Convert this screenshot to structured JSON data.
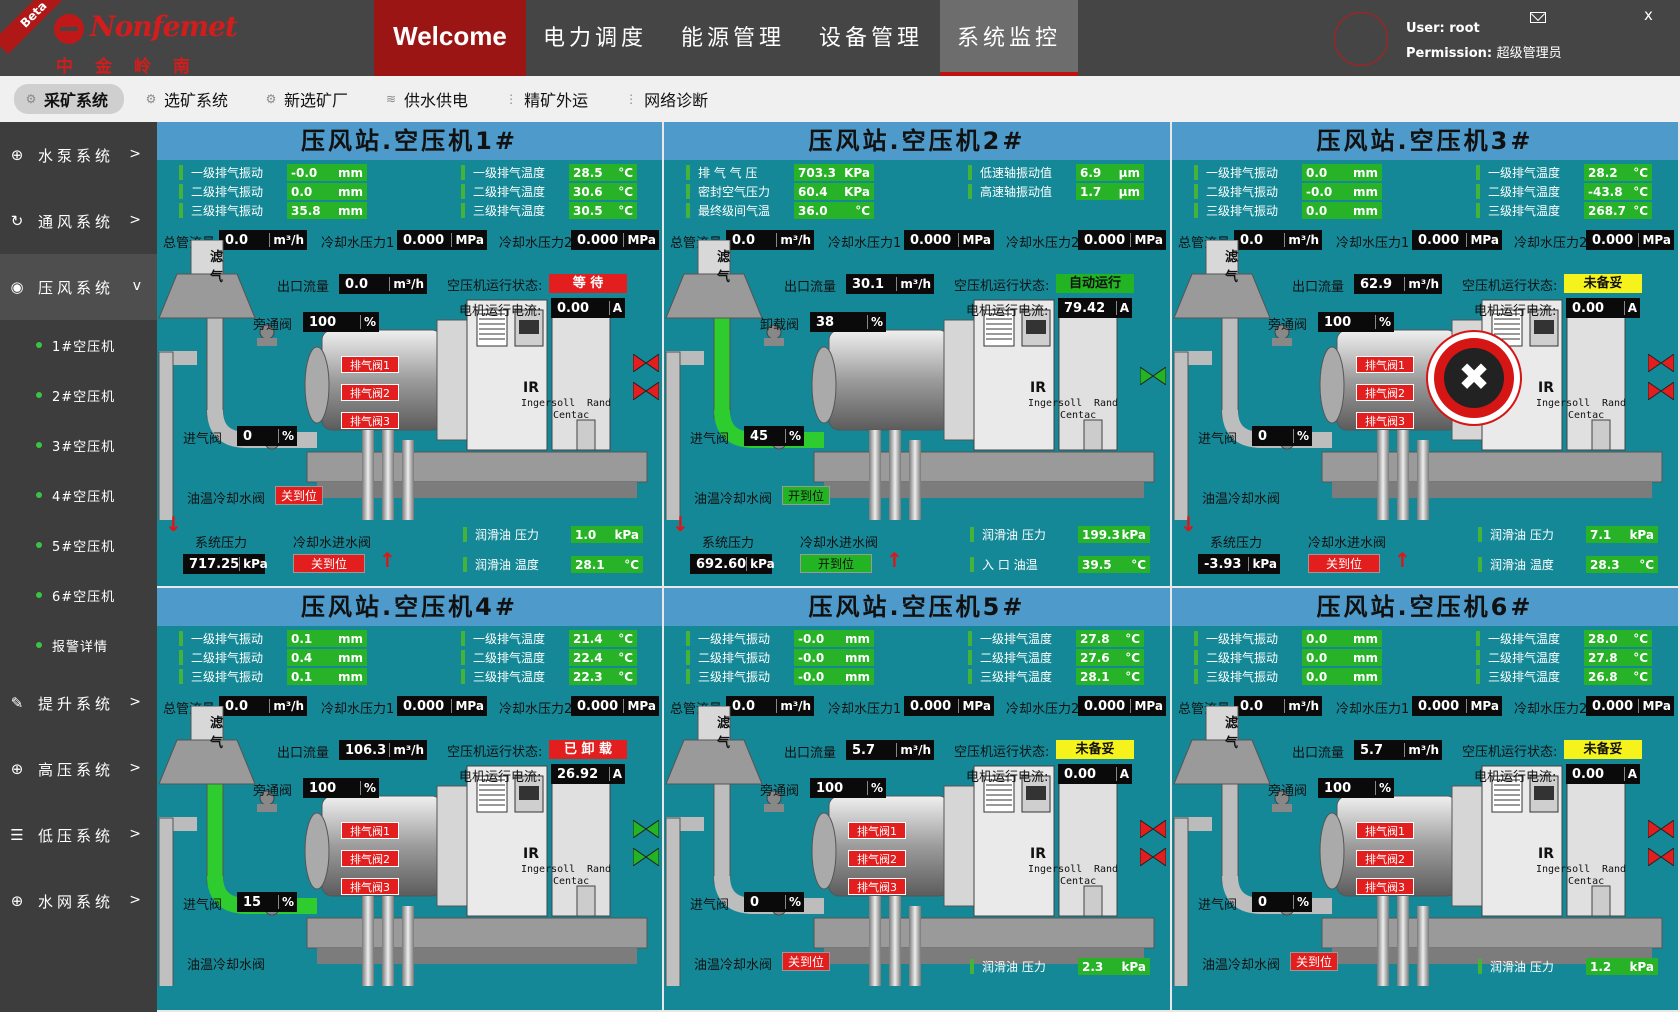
{
  "header": {
    "beta": "Beta",
    "logo_name": "Nonfemet",
    "logo_cn": "中金岭南",
    "tabs": [
      {
        "label": "Welcome",
        "active": false,
        "welcome": true
      },
      {
        "label": "电力调度",
        "active": false
      },
      {
        "label": "能源管理",
        "active": false
      },
      {
        "label": "设备管理",
        "active": false
      },
      {
        "label": "系统监控",
        "active": true
      }
    ],
    "user_label": "User:",
    "user_value": "root",
    "permission_label": "Permission:",
    "permission_value": "超级管理员",
    "close": "x"
  },
  "subnav": [
    {
      "label": "采矿系统",
      "active": true,
      "icon": "⚙"
    },
    {
      "label": "选矿系统",
      "active": false,
      "icon": "⚙"
    },
    {
      "label": "新选矿厂",
      "active": false,
      "icon": "⚙"
    },
    {
      "label": "供水供电",
      "active": false,
      "icon": "≋"
    },
    {
      "label": "精矿外运",
      "active": false,
      "icon": "⋮"
    },
    {
      "label": "网络诊断",
      "active": false,
      "icon": "⋮"
    }
  ],
  "sidebar": [
    {
      "type": "item",
      "label": "水泵系统",
      "icon": "⊕",
      "arrow": ">",
      "active": false,
      "name": "water-pump"
    },
    {
      "type": "item",
      "label": "通风系统",
      "icon": "↻",
      "arrow": ">",
      "active": false,
      "name": "ventilation"
    },
    {
      "type": "item",
      "label": "压风系统",
      "icon": "◉",
      "arrow": "v",
      "active": true,
      "name": "air-compression"
    },
    {
      "type": "sub",
      "label": "1#空压机"
    },
    {
      "type": "sub",
      "label": "2#空压机"
    },
    {
      "type": "sub",
      "label": "3#空压机"
    },
    {
      "type": "sub",
      "label": "4#空压机"
    },
    {
      "type": "sub",
      "label": "5#空压机"
    },
    {
      "type": "sub",
      "label": "6#空压机"
    },
    {
      "type": "sub",
      "label": "报警详情"
    },
    {
      "type": "item",
      "label": "提升系统",
      "icon": "✎",
      "arrow": ">",
      "active": false,
      "name": "hoist"
    },
    {
      "type": "item",
      "label": "高压系统",
      "icon": "⊕",
      "arrow": ">",
      "active": false,
      "name": "high-voltage"
    },
    {
      "type": "item",
      "label": "低压系统",
      "icon": "☰",
      "arrow": ">",
      "active": false,
      "name": "low-voltage"
    },
    {
      "type": "item",
      "label": "水网系统",
      "icon": "⊕",
      "arrow": ">",
      "active": false,
      "name": "water-network"
    }
  ],
  "labels": {
    "total_flow": "总管流量",
    "cool_p1": "冷却水压力1",
    "cool_p2": "冷却水压力2",
    "filter": "滤",
    "filter2": "气",
    "outlet_flow": "出口流量",
    "run_state": "空压机运行状态:",
    "motor_current": "电机运行电流:",
    "inlet_valve": "进气阀",
    "oil_cool_valve": "油温冷却水阀",
    "sys_pressure": "系统压力",
    "cool_in_valve": "冷却水进水阀",
    "lube_pressure": "润滑油  压力",
    "lube_temp": "润滑油  温度",
    "inlet_oil_temp": "入 口 油温",
    "exhaust_valve": "排气阀",
    "brand1": "Ingersoll",
    "brand2": "Rand",
    "brand3": "Centac",
    "ir": "IR",
    "unit_flow": "m³/h",
    "unit_mpa": "MPa",
    "unit_kpa": "KPa",
    "unit_pct": "%",
    "unit_a": "A",
    "unit_c": "°C",
    "unit_mm": "mm",
    "unit_um": "μm"
  },
  "panels": [
    {
      "title": "压风站.空压机1#",
      "left": [
        {
          "label": "一级排气振动",
          "value": "-0.0",
          "unit": "mm"
        },
        {
          "label": "二级排气振动",
          "value": "0.0",
          "unit": "mm"
        },
        {
          "label": "三级排气振动",
          "value": "35.8",
          "unit": "mm"
        }
      ],
      "right": [
        {
          "label": "一级排气温度",
          "value": "28.5",
          "unit": "°C"
        },
        {
          "label": "二级排气温度",
          "value": "30.6",
          "unit": "°C"
        },
        {
          "label": "三级排气温度",
          "value": "30.5",
          "unit": "°C"
        }
      ],
      "total_flow": "0.0",
      "cool_p1": "0.000",
      "cool_p2": "0.000",
      "outlet_flow": "0.0",
      "bypass_label": "旁通阀",
      "bypass": "100",
      "state": "等 待",
      "state_color": "red",
      "current": "0.00",
      "inlet": "0",
      "oil_valve": "关到位",
      "oil_valve_color": "red",
      "sys_pressure": "717.25",
      "sys_unit": "kPa",
      "cool_in": "关到位",
      "cool_in_color": "red",
      "br1_label": "润滑油  压力",
      "br1_value": "1.0",
      "br1_unit": "kPa",
      "br2_label": "润滑油  温度",
      "br2_value": "28.1",
      "br2_unit": "°C",
      "valves": [
        "排气阀1",
        "排气阀2",
        "排气阀3"
      ],
      "fault": false,
      "pipe_green": false,
      "side_valves": "red"
    },
    {
      "title": "压风站.空压机2#",
      "left": [
        {
          "label": "排 气 气 压",
          "value": "703.3",
          "unit": "KPa"
        },
        {
          "label": "密封空气压力",
          "value": "60.4",
          "unit": "KPa"
        },
        {
          "label": "最终级间气温",
          "value": "36.0",
          "unit": "°C"
        }
      ],
      "right": [
        {
          "label": "低速轴振动值",
          "value": "6.9",
          "unit": "μm"
        },
        {
          "label": "高速轴振动值",
          "value": "1.7",
          "unit": "μm"
        }
      ],
      "total_flow": "0.0",
      "cool_p1": "0.000",
      "cool_p2": "0.000",
      "outlet_flow": "30.1",
      "bypass_label": "卸载阀",
      "bypass": "38",
      "state": "自动运行",
      "state_color": "green",
      "current": "79.42",
      "inlet": "45",
      "oil_valve": "开到位",
      "oil_valve_color": "green",
      "sys_pressure": "692.60",
      "sys_unit": "kPa",
      "cool_in": "开到位",
      "cool_in_color": "green",
      "br1_label": "润滑油  压力",
      "br1_value": "199.3",
      "br1_unit": "kPa",
      "br2_label": "入 口 油温",
      "br2_value": "39.5",
      "br2_unit": "°C",
      "valves": [],
      "fault": false,
      "pipe_green": true,
      "side_valves": "green-single"
    },
    {
      "title": "压风站.空压机3#",
      "left": [
        {
          "label": "一级排气振动",
          "value": "0.0",
          "unit": "mm"
        },
        {
          "label": "二级排气振动",
          "value": "-0.0",
          "unit": "mm"
        },
        {
          "label": "三级排气振动",
          "value": "0.0",
          "unit": "mm"
        }
      ],
      "right": [
        {
          "label": "一级排气温度",
          "value": "28.2",
          "unit": "°C"
        },
        {
          "label": "二级排气温度",
          "value": "-43.8",
          "unit": "°C"
        },
        {
          "label": "三级排气温度",
          "value": "268.7",
          "unit": "°C"
        }
      ],
      "total_flow": "0.0",
      "cool_p1": "0.000",
      "cool_p2": "0.000",
      "outlet_flow": "62.9",
      "bypass_label": "旁通阀",
      "bypass": "100",
      "state": "未备妥",
      "state_color": "yellow",
      "current": "0.00",
      "inlet": "0",
      "oil_valve": "",
      "oil_valve_color": "none",
      "sys_pressure": "-3.93",
      "sys_unit": "kPa",
      "cool_in": "关到位",
      "cool_in_color": "red",
      "br1_label": "润滑油  压力",
      "br1_value": "7.1",
      "br1_unit": "kPa",
      "br2_label": "润滑油  温度",
      "br2_value": "28.3",
      "br2_unit": "°C",
      "valves": [
        "排气阀1",
        "排气阀2",
        "排气阀3"
      ],
      "fault": true,
      "pipe_green": false,
      "side_valves": "red"
    },
    {
      "title": "压风站.空压机4#",
      "left": [
        {
          "label": "一级排气振动",
          "value": "0.1",
          "unit": "mm"
        },
        {
          "label": "二级排气振动",
          "value": "0.4",
          "unit": "mm"
        },
        {
          "label": "三级排气振动",
          "value": "0.1",
          "unit": "mm"
        }
      ],
      "right": [
        {
          "label": "一级排气温度",
          "value": "21.4",
          "unit": "°C"
        },
        {
          "label": "二级排气温度",
          "value": "22.4",
          "unit": "°C"
        },
        {
          "label": "三级排气温度",
          "value": "22.3",
          "unit": "°C"
        }
      ],
      "total_flow": "0.0",
      "cool_p1": "0.000",
      "cool_p2": "0.000",
      "outlet_flow": "106.3",
      "bypass_label": "旁通阀",
      "bypass": "100",
      "state": "已 卸 载",
      "state_color": "red",
      "current": "26.92",
      "inlet": "15",
      "oil_valve": "",
      "oil_valve_color": "none",
      "sys_pressure": "",
      "sys_unit": "",
      "cool_in": "",
      "cool_in_color": "none",
      "br1_label": "",
      "br1_value": "",
      "br1_unit": "",
      "br2_label": "",
      "br2_value": "",
      "br2_unit": "",
      "valves": [
        "排气阀1",
        "排气阀2",
        "排气阀3"
      ],
      "fault": false,
      "pipe_green": true,
      "side_valves": "green"
    },
    {
      "title": "压风站.空压机5#",
      "left": [
        {
          "label": "一级排气振动",
          "value": "-0.0",
          "unit": "mm"
        },
        {
          "label": "二级排气振动",
          "value": "-0.0",
          "unit": "mm"
        },
        {
          "label": "三级排气振动",
          "value": "-0.0",
          "unit": "mm"
        }
      ],
      "right": [
        {
          "label": "一级排气温度",
          "value": "27.8",
          "unit": "°C"
        },
        {
          "label": "二级排气温度",
          "value": "27.6",
          "unit": "°C"
        },
        {
          "label": "三级排气温度",
          "value": "28.1",
          "unit": "°C"
        }
      ],
      "total_flow": "0.0",
      "cool_p1": "0.000",
      "cool_p2": "0.000",
      "outlet_flow": "5.7",
      "bypass_label": "旁通阀",
      "bypass": "100",
      "state": "未备妥",
      "state_color": "yellow",
      "current": "0.00",
      "inlet": "0",
      "oil_valve": "关到位",
      "oil_valve_color": "red",
      "sys_pressure": "",
      "sys_unit": "",
      "cool_in": "",
      "cool_in_color": "none",
      "br1_label": "润滑油  压力",
      "br1_value": "2.3",
      "br1_unit": "kPa",
      "br2_label": "",
      "br2_value": "",
      "br2_unit": "",
      "valves": [
        "排气阀1",
        "排气阀2",
        "排气阀3"
      ],
      "fault": false,
      "pipe_green": false,
      "side_valves": "red"
    },
    {
      "title": "压风站.空压机6#",
      "left": [
        {
          "label": "一级排气振动",
          "value": "0.0",
          "unit": "mm"
        },
        {
          "label": "二级排气振动",
          "value": "0.0",
          "unit": "mm"
        },
        {
          "label": "三级排气振动",
          "value": "0.0",
          "unit": "mm"
        }
      ],
      "right": [
        {
          "label": "一级排气温度",
          "value": "28.0",
          "unit": "°C"
        },
        {
          "label": "二级排气温度",
          "value": "27.8",
          "unit": "°C"
        },
        {
          "label": "三级排气温度",
          "value": "26.8",
          "unit": "°C"
        }
      ],
      "total_flow": "0.0",
      "cool_p1": "0.000",
      "cool_p2": "0.000",
      "outlet_flow": "5.7",
      "bypass_label": "旁通阀",
      "bypass": "100",
      "state": "未备妥",
      "state_color": "yellow",
      "current": "0.00",
      "inlet": "0",
      "oil_valve": "关到位",
      "oil_valve_color": "red",
      "sys_pressure": "",
      "sys_unit": "",
      "cool_in": "",
      "cool_in_color": "none",
      "br1_label": "润滑油  压力",
      "br1_value": "1.2",
      "br1_unit": "kPa",
      "br2_label": "",
      "br2_value": "",
      "br2_unit": "",
      "valves": [
        "排气阀1",
        "排气阀2",
        "排气阀3"
      ],
      "fault": false,
      "pipe_green": false,
      "side_valves": "red"
    }
  ],
  "colors": {
    "panel_bg": "#148897",
    "title_bg": "#4d9acb",
    "green": "#27b227",
    "red": "#e21e1e",
    "yellow": "#f6f21c",
    "accent_red": "#9b1515"
  }
}
